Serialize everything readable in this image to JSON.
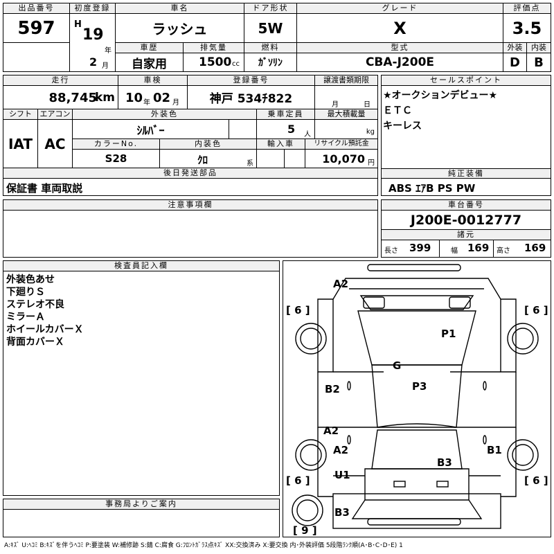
{
  "header": {
    "lot_label": "出品番号",
    "lot": "597",
    "reg_label": "初度登録",
    "era": "H",
    "reg_year": "19",
    "year_unit": "年",
    "reg_month": "2",
    "month_unit": "月",
    "name_label": "車名",
    "name": "ラッシュ",
    "door_label": "ドア形状",
    "door": "5W",
    "grade_label": "グレード",
    "grade": "X",
    "score_label": "評価点",
    "score": "3.5",
    "ext_label": "外装",
    "ext": "D",
    "int_label": "内装",
    "int": "B",
    "history_label": "車歴",
    "history": "自家用",
    "disp_label": "排気量",
    "disp": "1500",
    "disp_unit": "cc",
    "fuel_label": "燃料",
    "fuel": "ｶﾞｿﾘﾝ",
    "model_label": "型式",
    "model": "CBA-J200E"
  },
  "row2": {
    "mileage_label": "走行",
    "mileage": "88,745",
    "mileage_unit": "km",
    "inspection_label": "車検",
    "insp_year": "10",
    "insp_year_unit": "年",
    "insp_month": "02",
    "insp_month_unit": "月",
    "plate_label": "登録番号",
    "plate": "神戸 534ﾁ822",
    "transfer_label": "譲渡書類期限",
    "transfer_month_unit": "月",
    "transfer_day_unit": "日",
    "sales_label": "セールスポイント",
    "sales_points": [
      "★オークションデビュー★",
      "ＥＴＣ",
      "キーレス"
    ]
  },
  "row3": {
    "shift_label": "シフト",
    "shift": "IAT",
    "ac_label": "エアコン",
    "ac": "AC",
    "color_label": "外装色",
    "color": "ｼﾙﾊﾞｰ",
    "capacity_label": "乗車定員",
    "capacity": "5",
    "capacity_unit": "人",
    "load_label": "最大積載量",
    "load_unit": "kg",
    "colorno_label": "カラーNo.",
    "colorno": "S28",
    "interior_label": "内装色",
    "interior": "ｸﾛ",
    "interior_unit": "系",
    "import_label": "輸入車",
    "recycle_label": "リサイクル預託金",
    "recycle": "10,070",
    "recycle_unit": "円"
  },
  "later": {
    "label": "後日発送部品",
    "value": "保証書 車両取説"
  },
  "equipment": {
    "label": "純正装備",
    "value": "ABS ｴｱB PS PW"
  },
  "caution": {
    "label": "注意事項欄"
  },
  "chassis": {
    "label": "車台番号",
    "value": "J200E-0012777",
    "spec_label": "諸元",
    "length_label": "長さ",
    "length": "399",
    "width_label": "幅",
    "width": "169",
    "height_label": "高さ",
    "height": "169"
  },
  "inspector": {
    "label": "検査員記入欄",
    "notes": [
      "外装色あせ",
      "下廻りＳ",
      "ステレオ不良",
      "ミラーＡ",
      "ホイールカバーＸ",
      "背面カバーＸ"
    ]
  },
  "office": {
    "label": "事務局よりご案内"
  },
  "diagram": {
    "tire_left_top": "[ 6 ]",
    "tire_right_top": "[ 6 ]",
    "tire_left_bottom": "[ 6 ]",
    "tire_right_bottom": "[ 6 ]",
    "spare": "[ 9 ]",
    "marks": [
      "A2",
      "P1",
      "G",
      "B2",
      "P3",
      "A2",
      "A2",
      "B1",
      "B3",
      "U1",
      "B3"
    ]
  },
  "legend": "A:ｷｽﾞ U:ﾍｺﾐ B:ｷｽﾞを伴うﾍｺﾐ P:要塗装 W:補修跡 S:錆 C:腐食 G:ﾌﾛﾝﾄｶﾞﾗｽ点ｷｽﾞ XX:交換済み X:要交換 内･外装評価 5段階ﾗﾝｸ順(A･B･C･D･E) 1"
}
